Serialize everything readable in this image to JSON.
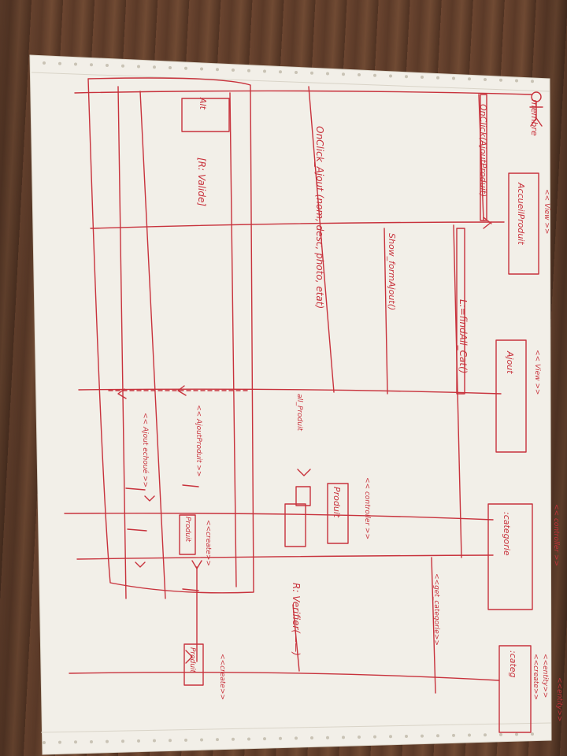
{
  "diagram": {
    "actor_label": "membre",
    "messages": {
      "onclick_ajout_produit": "OnClick(AjoutProduit)",
      "onclick_ajout": "OnClick_Ajout (nom, desc, photo, etat)",
      "show_form": "Show_formAjout()",
      "find_all": "L:=findAll_Cat()",
      "all_produit": "all_Produit",
      "get_categorie": "<<get_categorie>>",
      "r_verifier": "R: Verifier(——)",
      "r_valide": "[R: Valide]",
      "alt": "Alt",
      "ajout_produit_msg": "<< AjoutProduit >>",
      "ajout_echoue": "<< Ajout echoué >>",
      "create_1": "<<create>>",
      "create_2": "<<create>>",
      "create_3": "<<create>>"
    },
    "objects": {
      "accueil_produit": "AccueilProduit",
      "ajout": "Ajout",
      "produit_controller": "Produit",
      "categorie_ctrl": ":categorie",
      "categorie_entity": ":categ",
      "produit_obj1": "Produit",
      "produit_obj2": "Produit"
    },
    "stereotypes": {
      "view_1": "<< View >>",
      "view_2": "<< View >>",
      "controller_1": "<< controller >>",
      "controller_2": "<< controller >>",
      "entity_1": "<<entity>>",
      "entity_2": "<<entity>>"
    }
  },
  "colors": {
    "ink": "#c8323c",
    "paper": "#f4f1ea",
    "wood": "#5b3a28"
  }
}
